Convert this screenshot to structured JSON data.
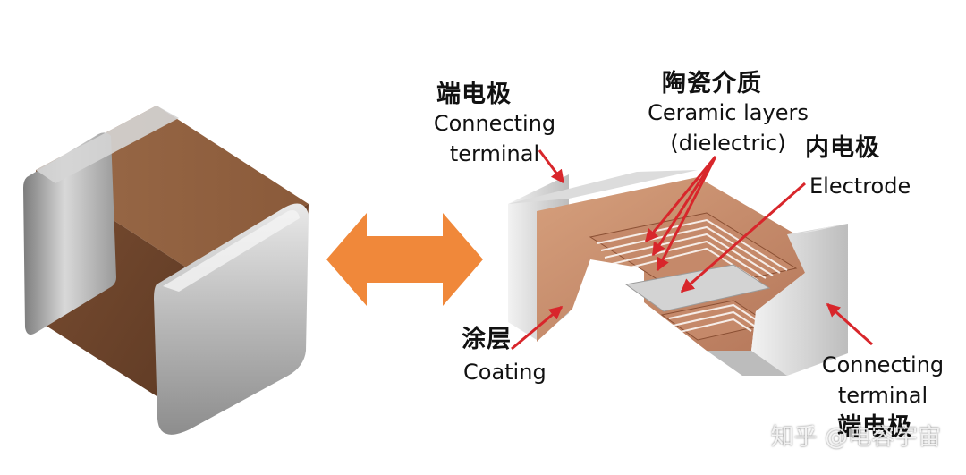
{
  "labels": {
    "terminal_top": {
      "cn": "端电极",
      "en_line1": "Connecting",
      "en_line2": "terminal"
    },
    "ceramic": {
      "cn": "陶瓷介质",
      "en_line1": "Ceramic layers",
      "en_line2": "(dielectric)"
    },
    "electrode": {
      "cn": "内电极",
      "en": "Electrode"
    },
    "coating": {
      "cn": "涂层",
      "en": "Coating"
    },
    "terminal_right": {
      "en_line1": "Connecting",
      "en_line2": "terminal",
      "cn": "端电极"
    }
  },
  "watermark": "知乎 @电容宇宙",
  "colors": {
    "ceramic_body": "#8a5a3a",
    "terminal_metal": "#c8c8c8",
    "arrow_orange": "#f0883a",
    "pointer_red": "#d8262b",
    "cutaway_ceramic": "#c98f6c"
  }
}
